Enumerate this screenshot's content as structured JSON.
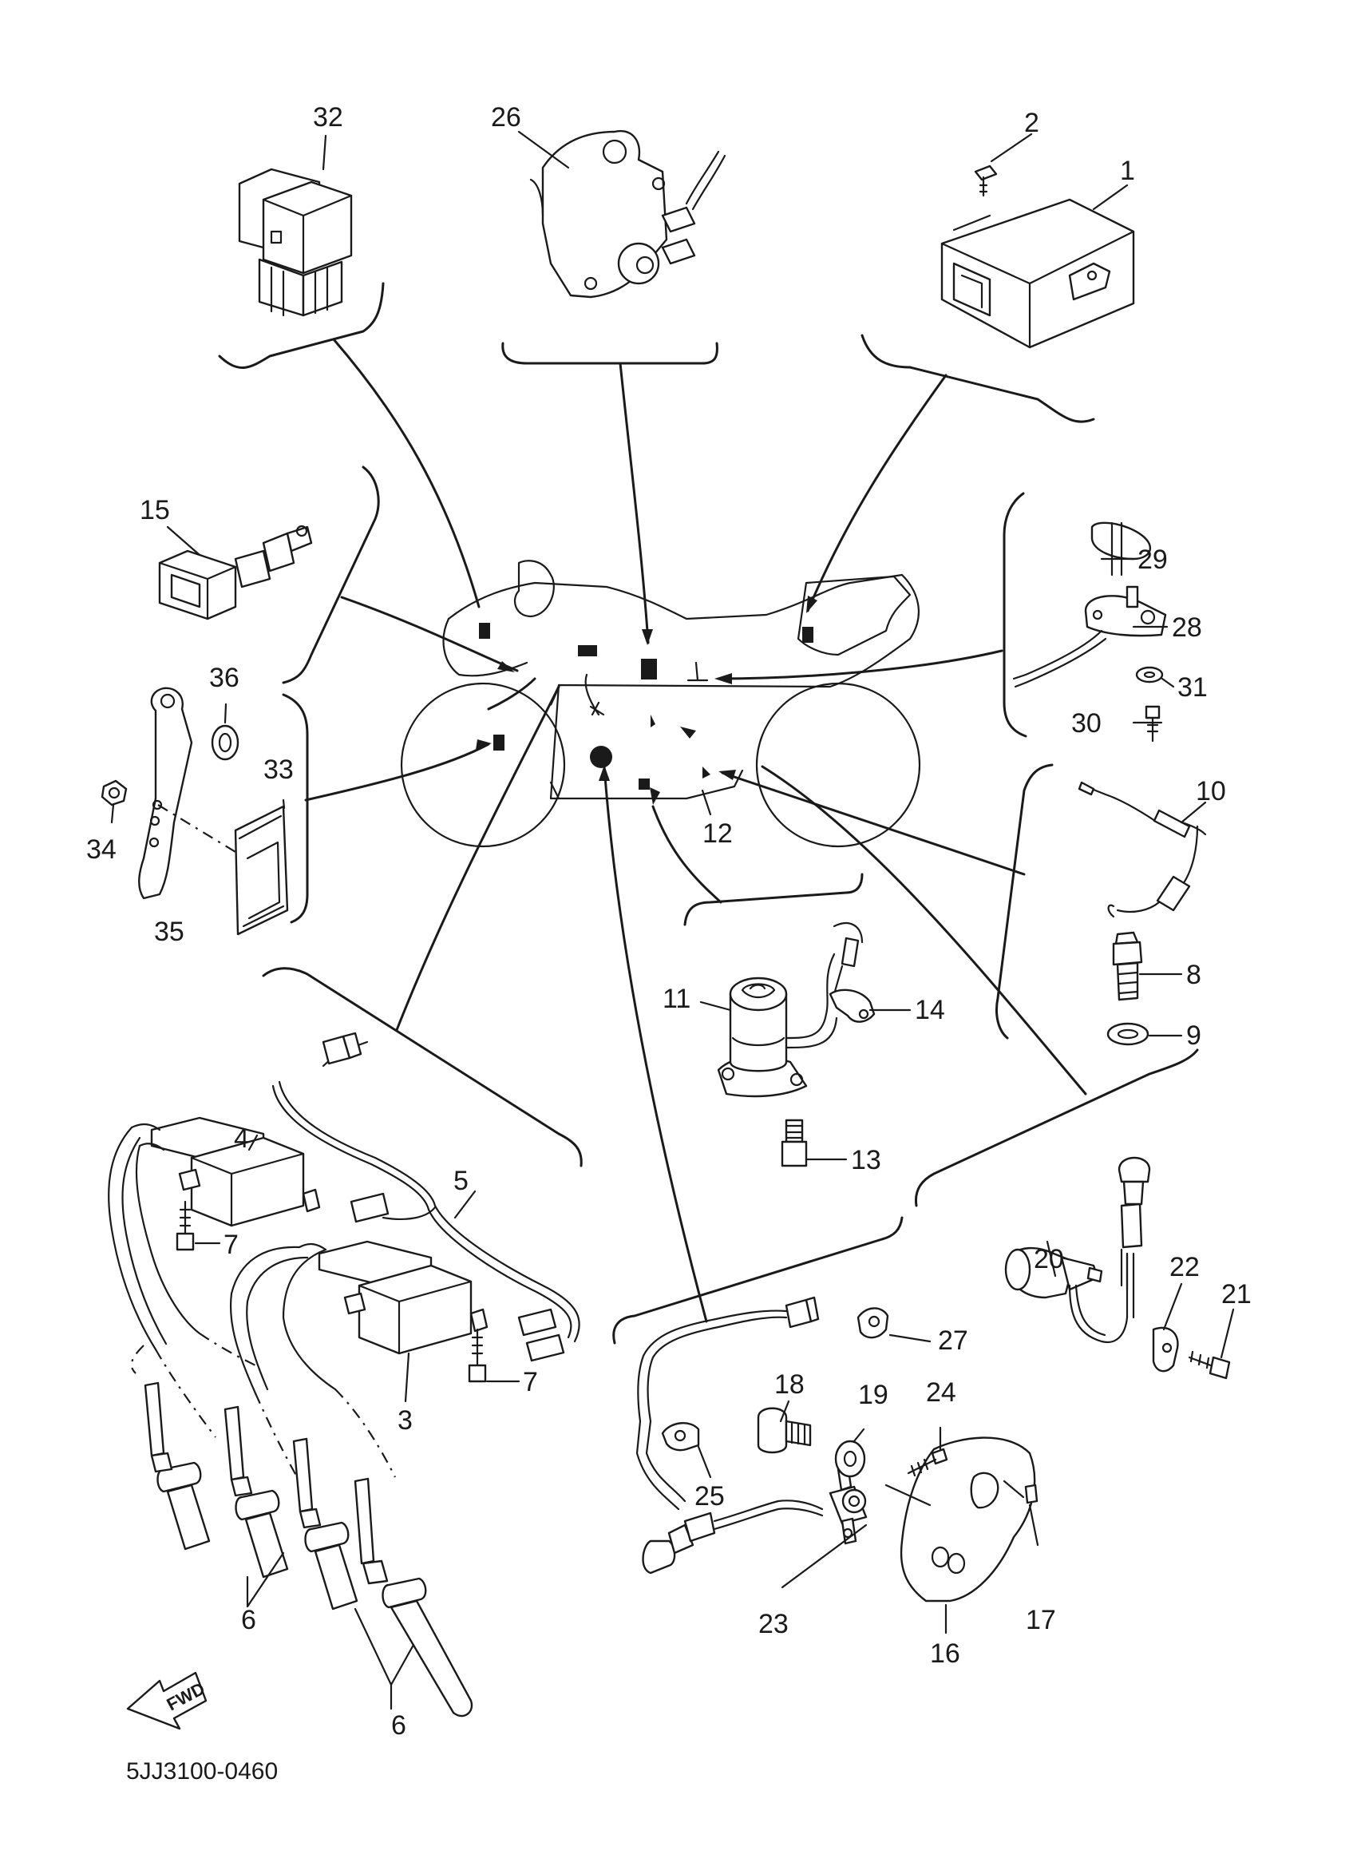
{
  "diagram": {
    "code": "5JJ3100-0460",
    "direction_label": "FWD",
    "callouts": [
      {
        "id": "c1",
        "text": "1"
      },
      {
        "id": "c2",
        "text": "2"
      },
      {
        "id": "c3",
        "text": "3"
      },
      {
        "id": "c4",
        "text": "4"
      },
      {
        "id": "c5",
        "text": "5"
      },
      {
        "id": "c6a",
        "text": "6"
      },
      {
        "id": "c6b",
        "text": "6"
      },
      {
        "id": "c7a",
        "text": "7"
      },
      {
        "id": "c7b",
        "text": "7"
      },
      {
        "id": "c8",
        "text": "8"
      },
      {
        "id": "c9",
        "text": "9"
      },
      {
        "id": "c10",
        "text": "10"
      },
      {
        "id": "c11",
        "text": "11"
      },
      {
        "id": "c12",
        "text": "12"
      },
      {
        "id": "c13",
        "text": "13"
      },
      {
        "id": "c14",
        "text": "14"
      },
      {
        "id": "c15",
        "text": "15"
      },
      {
        "id": "c16",
        "text": "16"
      },
      {
        "id": "c17",
        "text": "17"
      },
      {
        "id": "c18",
        "text": "18"
      },
      {
        "id": "c19",
        "text": "19"
      },
      {
        "id": "c20",
        "text": "20"
      },
      {
        "id": "c21",
        "text": "21"
      },
      {
        "id": "c22",
        "text": "22"
      },
      {
        "id": "c23",
        "text": "23"
      },
      {
        "id": "c24",
        "text": "24"
      },
      {
        "id": "c25",
        "text": "25"
      },
      {
        "id": "c26",
        "text": "26"
      },
      {
        "id": "c27",
        "text": "27"
      },
      {
        "id": "c28",
        "text": "28"
      },
      {
        "id": "c29",
        "text": "29"
      },
      {
        "id": "c30",
        "text": "30"
      },
      {
        "id": "c31",
        "text": "31"
      },
      {
        "id": "c32",
        "text": "32"
      },
      {
        "id": "c33",
        "text": "33"
      },
      {
        "id": "c34",
        "text": "34"
      },
      {
        "id": "c35",
        "text": "35"
      },
      {
        "id": "c36",
        "text": "36"
      }
    ]
  }
}
